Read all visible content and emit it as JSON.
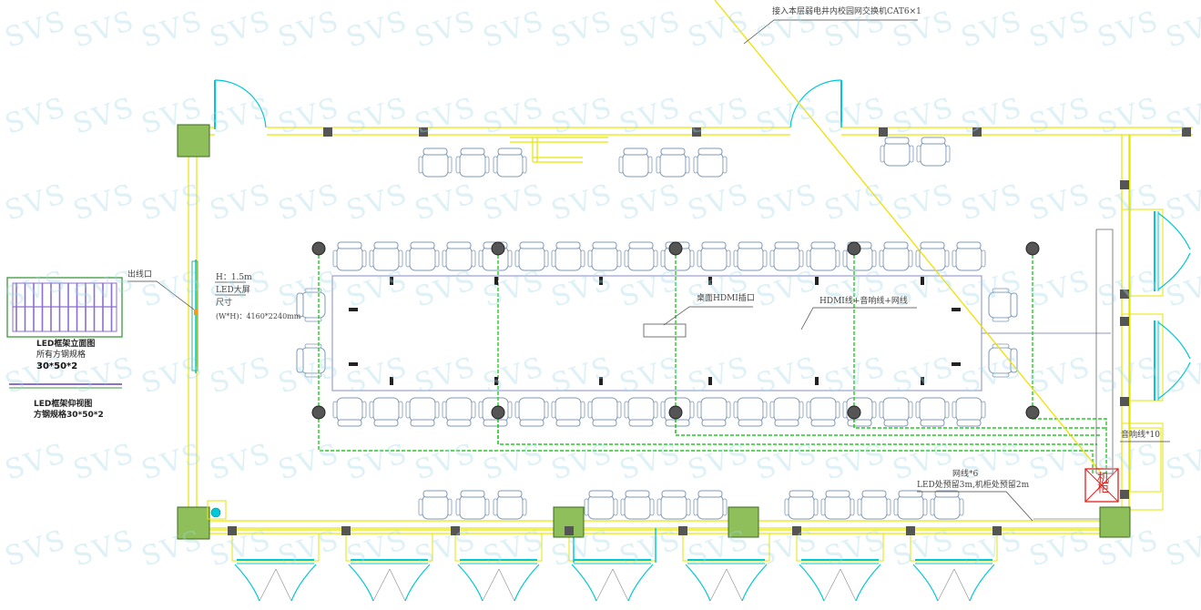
{
  "watermark": "SVS",
  "colors": {
    "wall": "#e6e600",
    "glass": "#00c8d8",
    "column_fill": "#8fbf5a",
    "column_edge": "#3a6b1c",
    "chair": "#7e98b8",
    "table": "#8f96c8",
    "cable_green": "#22cc22",
    "cable_yellow": "#f0e000",
    "leader": "#444444",
    "cabinet": "#e0201a"
  },
  "labels": {
    "switch_note": "接入本层弱电井内校园网交换机CAT6×1",
    "exit_port": "出线口",
    "led_height": "H：1.5m",
    "led_screen": "LED大屏",
    "led_size": "尺寸",
    "led_dims": "(W*H)：4160*2240mm",
    "desk_hdmi": "桌面HDMI插口",
    "hdmi_audio_net": "HDMI线+音响线+网线",
    "speaker_wire": "音响线*10",
    "net_wire": "网线*6",
    "reserve_note": "LED处预留3m,机柜处预留2m",
    "cabinet": "机柜",
    "legend_front_1": "LED框架立面图",
    "legend_front_2": "所有方钢规格",
    "legend_front_3": "30*50*2",
    "legend_bottom_1": "LED框架仰视图",
    "legend_bottom_2": "方钢规格30*50*2"
  },
  "icons": [
    "chair-icon",
    "door-swing-icon",
    "column-icon",
    "speaker-icon",
    "floor-box-icon",
    "cabinet-icon"
  ]
}
